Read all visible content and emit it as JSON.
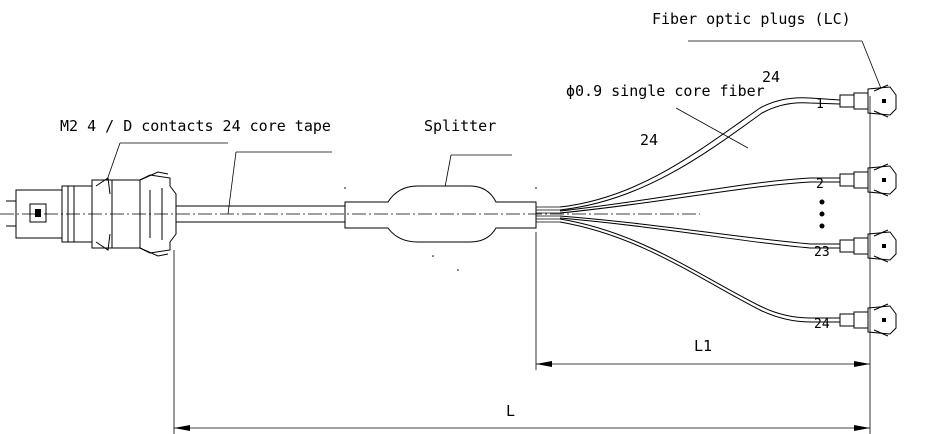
{
  "labels": {
    "plugs": "Fiber optic plugs (LC)",
    "single_core": "ϕ0.9 single core fiber",
    "single_core_count": "24",
    "contacts": "M2 4 / D contacts 24 core tape",
    "splitter": "Splitter",
    "tape_count": "24"
  },
  "fiber_numbers": [
    "1",
    "2",
    "23",
    "24"
  ],
  "dimensions": {
    "l1": "L1",
    "l": "L"
  }
}
